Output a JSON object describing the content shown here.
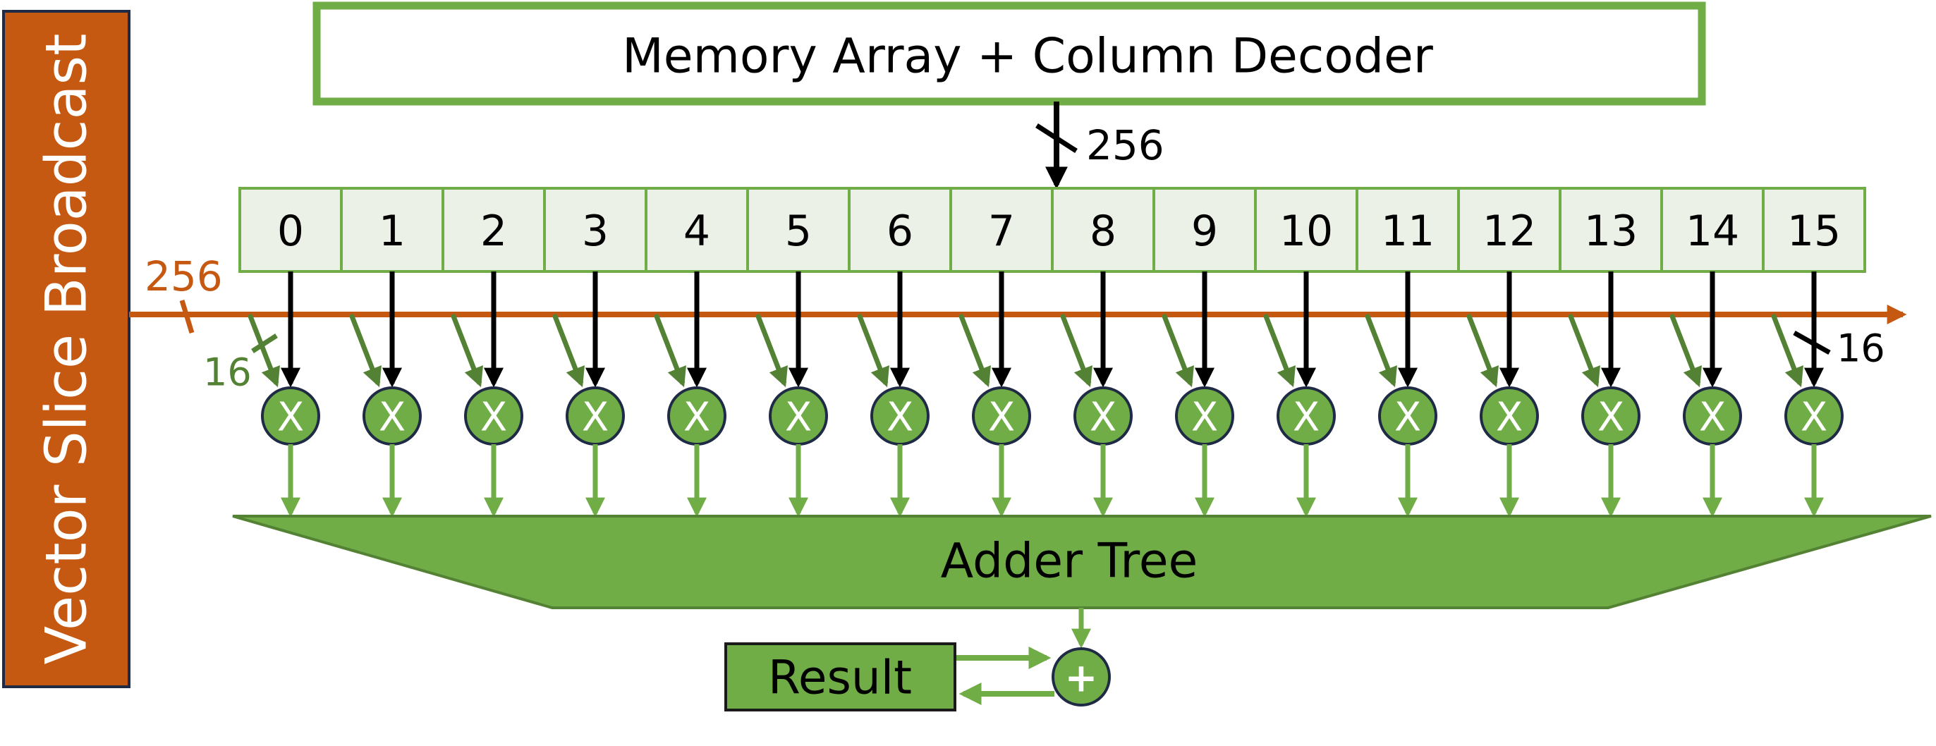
{
  "sidebar_label": "Vector Slice Broadcast",
  "memory_label": "Memory Array + Column Decoder",
  "bus_memory": "256",
  "bus_broadcast": "256",
  "bus_vector_slice": "16",
  "bus_weight": "16",
  "registers": [
    "0",
    "1",
    "2",
    "3",
    "4",
    "5",
    "6",
    "7",
    "8",
    "9",
    "10",
    "11",
    "12",
    "13",
    "14",
    "15"
  ],
  "multiplier_symbol": "X",
  "adder_label": "Adder Tree",
  "accumulator_symbol": "+",
  "result_label": "Result",
  "colors": {
    "orange": "#c65911",
    "green_fill": "#70ad47",
    "green_dark": "#548235",
    "green_light": "#ebf1e6",
    "black": "#000000"
  }
}
